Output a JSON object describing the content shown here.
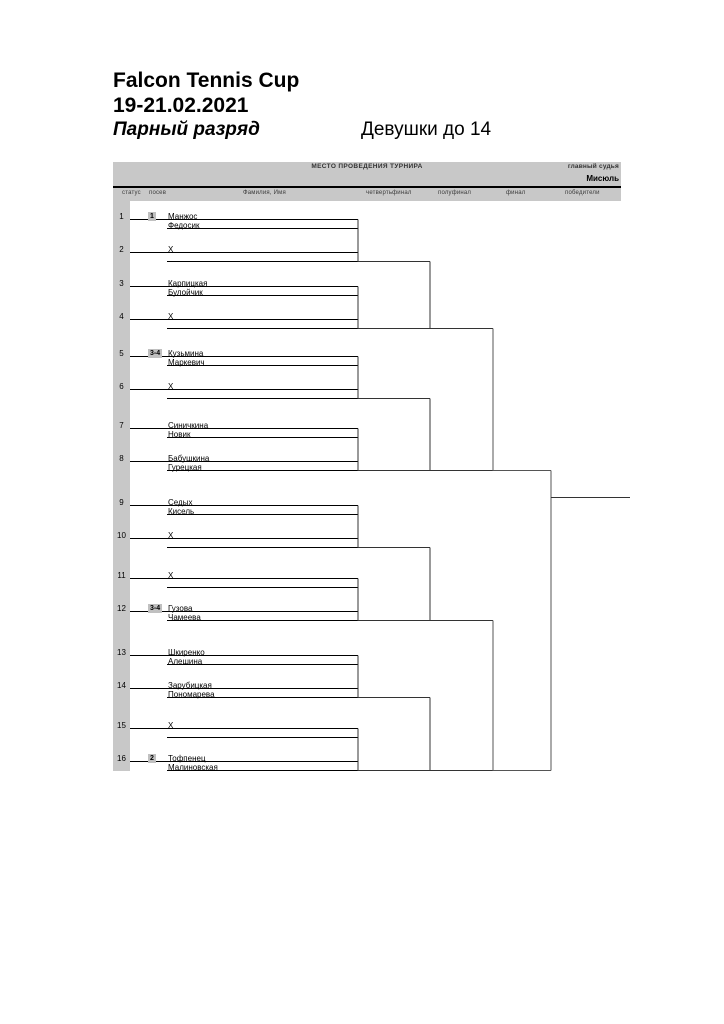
{
  "title": {
    "tournament": "Falcon Tennis Cup",
    "dates": "19-21.02.2021",
    "discipline": "Парный разряд",
    "category": "Девушки до 14"
  },
  "info_bar": {
    "venue_label": "МЕСТО ПРОВЕДЕНИЯ ТУРНИРА",
    "referee_label": "главный судья",
    "referee_name": "Мисюль"
  },
  "columns": {
    "status": "статус",
    "seed": "посев",
    "name": "Фамилия, Имя",
    "quarterfinal": "четвертьфинал",
    "semifinal": "полуфинал",
    "final": "финал",
    "winners": "победители"
  },
  "draw": {
    "size": 16,
    "entries": [
      {
        "no": "1",
        "seed": "1",
        "player1": "Манжос",
        "player2": "Федосик",
        "bye": false
      },
      {
        "no": "2",
        "seed": "",
        "player1": "X",
        "player2": "",
        "bye": true
      },
      {
        "no": "3",
        "seed": "",
        "player1": "Карпицкая",
        "player2": "Булойчик",
        "bye": false
      },
      {
        "no": "4",
        "seed": "",
        "player1": "X",
        "player2": "",
        "bye": true
      },
      {
        "no": "5",
        "seed": "3-4",
        "player1": "Кузьмина",
        "player2": "Маркевич",
        "bye": false
      },
      {
        "no": "6",
        "seed": "",
        "player1": "X",
        "player2": "",
        "bye": true
      },
      {
        "no": "7",
        "seed": "",
        "player1": "Синичкина",
        "player2": "Новик",
        "bye": false
      },
      {
        "no": "8",
        "seed": "",
        "player1": "Бабушкина",
        "player2": "Гурецкая",
        "bye": false
      },
      {
        "no": "9",
        "seed": "",
        "player1": "Седых",
        "player2": "Кисель",
        "bye": false
      },
      {
        "no": "10",
        "seed": "",
        "player1": "X",
        "player2": "",
        "bye": true
      },
      {
        "no": "11",
        "seed": "",
        "player1": "X",
        "player2": "",
        "bye": true
      },
      {
        "no": "12",
        "seed": "3-4",
        "player1": "Гузова",
        "player2": "Чамеева",
        "bye": false
      },
      {
        "no": "13",
        "seed": "",
        "player1": "Шкиренко",
        "player2": "Алешина",
        "bye": false
      },
      {
        "no": "14",
        "seed": "",
        "player1": "Зарубицкая",
        "player2": "Пономарева",
        "bye": false
      },
      {
        "no": "15",
        "seed": "",
        "player1": "X",
        "player2": "",
        "bye": true
      },
      {
        "no": "16",
        "seed": "2",
        "player1": "Тофпенец",
        "player2": "Малиновская",
        "bye": false
      }
    ],
    "round2_results": [
      "",
      "",
      "",
      "",
      "",
      "",
      "",
      ""
    ],
    "quarterfinal_results": [
      "",
      "",
      "",
      ""
    ],
    "semifinal_results": [
      "",
      ""
    ],
    "final_result": "",
    "winner": ""
  },
  "colors": {
    "header_grey": "#c8c8c8",
    "seed_grey": "#c0c0c0",
    "line": "#000000",
    "page": "#ffffff"
  }
}
